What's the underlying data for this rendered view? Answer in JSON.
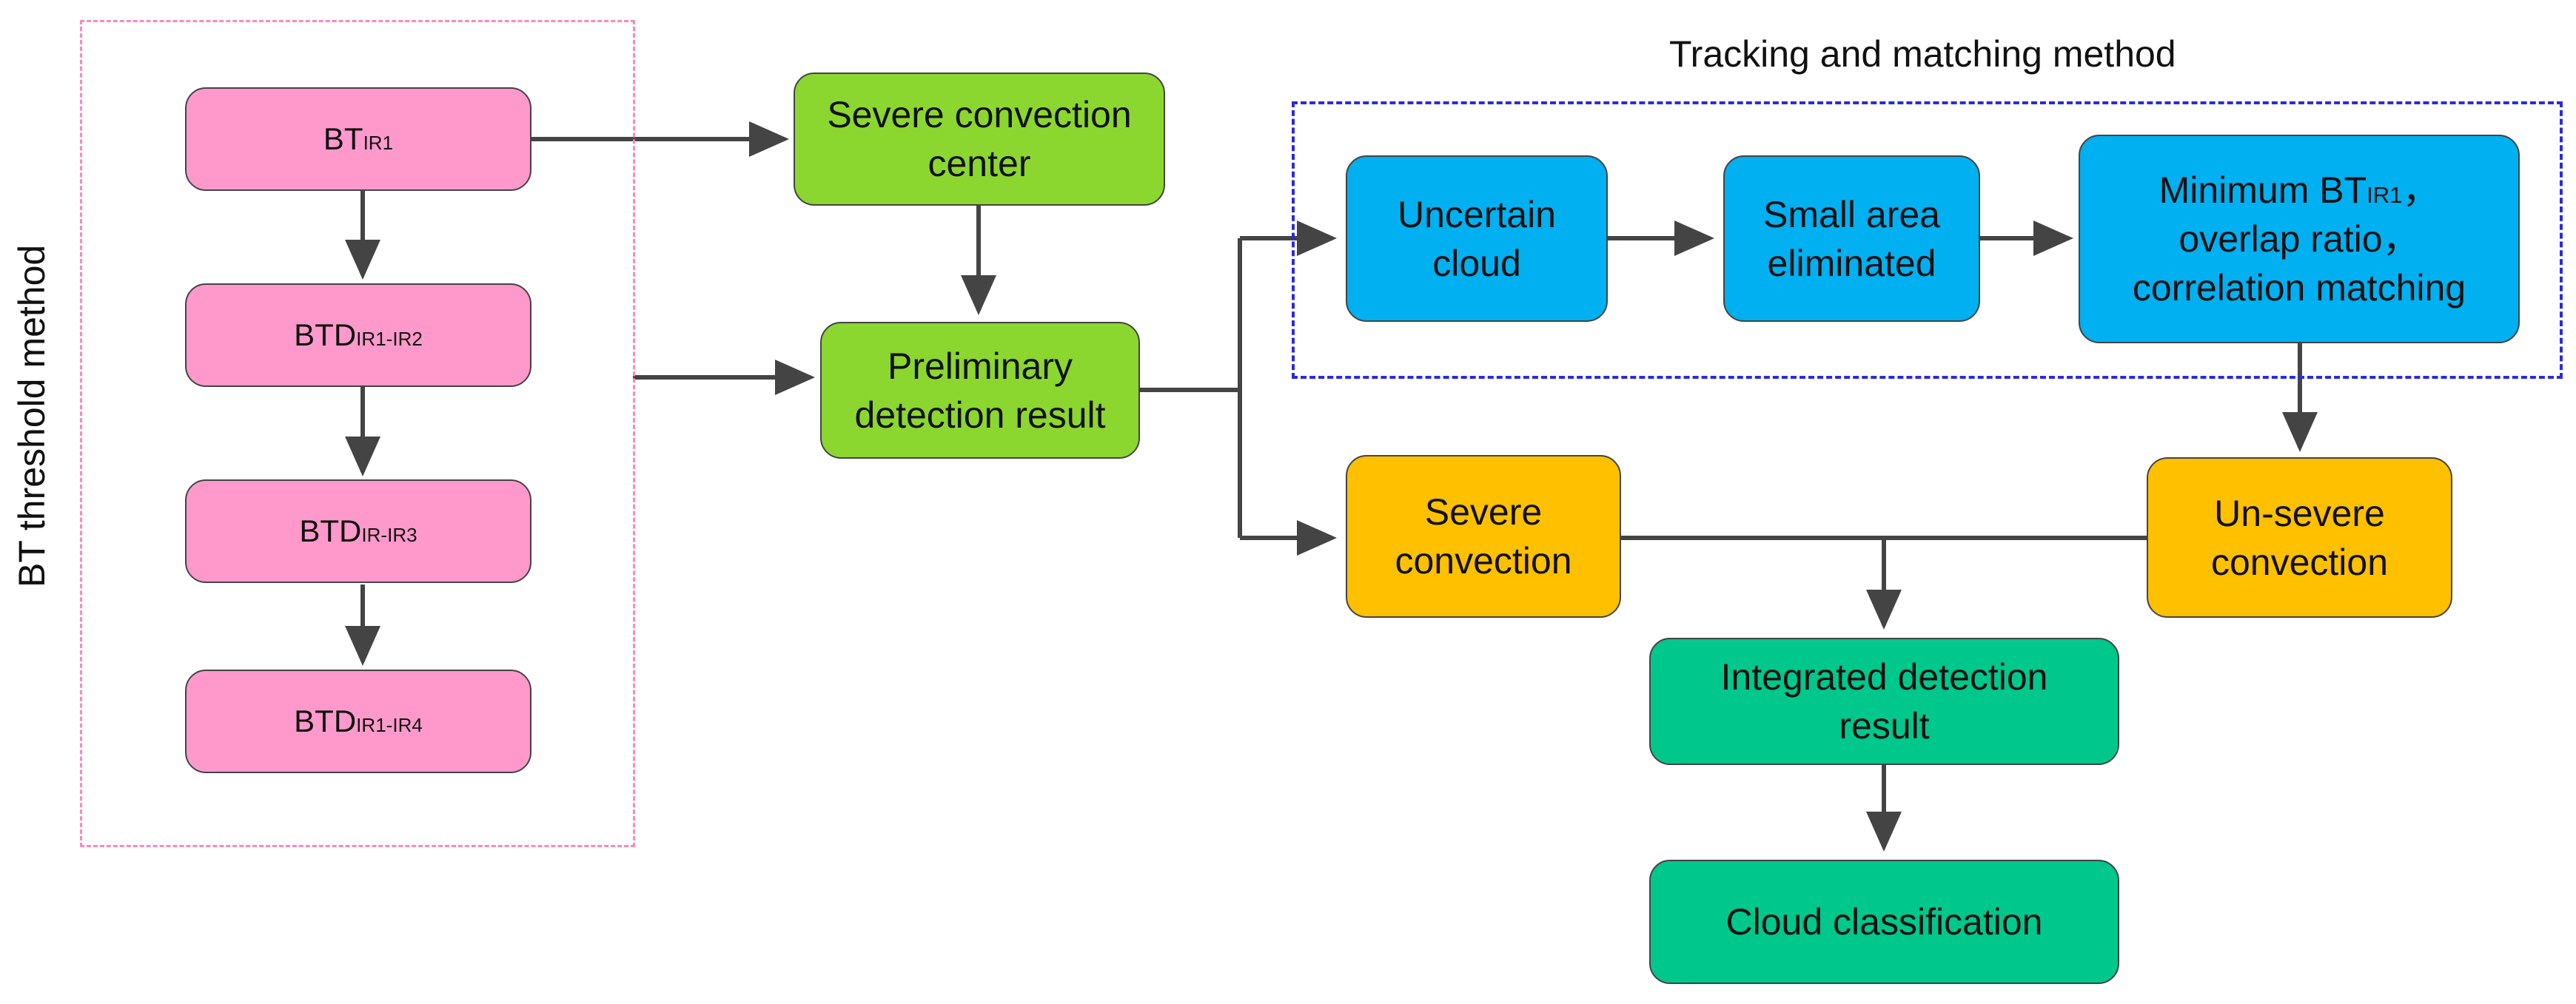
{
  "title": "Tracking and matching method",
  "side_label": "BT  threshold method",
  "nodes": {
    "bt_ir1": {
      "main": "BT",
      "sub": "IR1",
      "color": "#ff99cc"
    },
    "btd_ir1_ir2": {
      "main": "BTD",
      "sub": "IR1-IR2",
      "color": "#ff99cc"
    },
    "btd_ir_ir3": {
      "main": "BTD",
      "sub": "IR-IR3",
      "color": "#ff99cc"
    },
    "btd_ir1_ir4": {
      "main": "BTD",
      "sub": "IR1-IR4",
      "color": "#ff99cc"
    },
    "severe_center": {
      "line1": "Severe convection",
      "line2": "center",
      "color": "#8cd630"
    },
    "preliminary": {
      "line1": "Preliminary",
      "line2": "detection result",
      "color": "#8cd630"
    },
    "uncertain": {
      "line1": "Uncertain",
      "line2": "cloud",
      "color": "#00b0f0"
    },
    "small_area": {
      "line1": "Small area",
      "line2": "eliminated",
      "color": "#00b0f0"
    },
    "minimum": {
      "line1_main": "Minimum BT",
      "line1_sub": "IR1",
      "line1_tail": "，",
      "line2": "overlap ratio，",
      "line3": "correlation matching",
      "color": "#00b0f0"
    },
    "severe": {
      "line1": "Severe",
      "line2": "convection",
      "color": "#ffc000"
    },
    "unsevere": {
      "line1": "Un-severe",
      "line2": "convection",
      "color": "#ffc000"
    },
    "integrated": {
      "line1": "Integrated detection",
      "line2": "result",
      "color": "#00c78c"
    },
    "classification": {
      "line1": "Cloud classification",
      "color": "#00c78c"
    }
  },
  "colors": {
    "arrow": "#444444",
    "frame_pink": "#ff88bb",
    "frame_blue": "#2b2bdd"
  }
}
